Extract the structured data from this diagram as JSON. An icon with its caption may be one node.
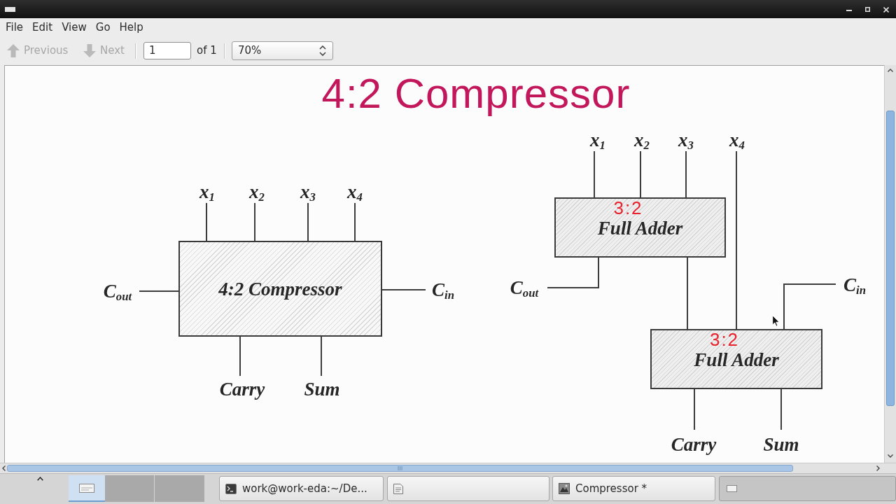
{
  "diagram": {
    "title": "4:2 Compressor",
    "nodes": [
      {
        "text": [
          "4:2 Compressor"
        ]
      },
      {
        "text": [
          "x$_{1}$"
        ]
      },
      {
        "text": [
          "x$_{2}$"
        ]
      },
      {
        "text": [
          "x$_{3}$"
        ]
      },
      {
        "text": [
          "x$_{4}$"
        ]
      },
      {
        "text": [
          "C$_{out}$"
        ]
      },
      {
        "text": [
          "C$_{in}$"
        ]
      },
      {
        "text": [
          "Carry"
        ]
      },
      {
        "text": [
          "Sum"
        ]
      },
      {
        "text": [
          "3:2",
          "Full Adder"
        ]
      },
      {
        "text": [
          "3:2",
          "Full Adder"
        ]
      },
      {
        "text": [
          "x$_{1}$"
        ]
      },
      {
        "text": [
          "x$_{2}$"
        ]
      },
      {
        "text": [
          "x$_{3}$"
        ]
      },
      {
        "text": [
          "x$_{4}$"
        ]
      },
      {
        "text": [
          "C$_{out}$"
        ]
      },
      {
        "text": [
          "C$_{in}$"
        ]
      },
      {
        "text": [
          "Carry"
        ]
      },
      {
        "text": [
          "Sum"
        ]
      }
    ],
    "edges": [
      {
        "from": 1,
        "to": 0,
        "arrow": "none"
      },
      {
        "from": 2,
        "to": 0,
        "arrow": "none"
      },
      {
        "from": 3,
        "to": 0,
        "arrow": "none"
      },
      {
        "from": 4,
        "to": 0,
        "arrow": "none"
      },
      {
        "from": 6,
        "to": 0,
        "arrow": "none"
      },
      {
        "from": 0,
        "to": 5,
        "arrow": "none"
      },
      {
        "from": 0,
        "to": 7,
        "arrow": "none"
      },
      {
        "from": 0,
        "to": 8,
        "arrow": "none"
      },
      {
        "from": 11,
        "to": 9,
        "arrow": "none"
      },
      {
        "from": 12,
        "to": 9,
        "arrow": "none"
      },
      {
        "from": 13,
        "to": 9,
        "arrow": "none"
      },
      {
        "from": 14,
        "to": 10,
        "arrow": "none"
      },
      {
        "from": 9,
        "to": 15,
        "arrow": "none"
      },
      {
        "from": 9,
        "to": 10,
        "arrow": "none"
      },
      {
        "from": 16,
        "to": 10,
        "arrow": "none"
      },
      {
        "from": 10,
        "to": 17,
        "arrow": "none"
      },
      {
        "from": 10,
        "to": 18,
        "arrow": "none"
      }
    ],
    "labels": [
      "File",
      "Edit",
      "View",
      "Go",
      "Help",
      "Previous",
      "Next",
      "1",
      "of 1",
      "70%",
      "work@work-eda:~/De...",
      "Compressor *"
    ]
  }
}
